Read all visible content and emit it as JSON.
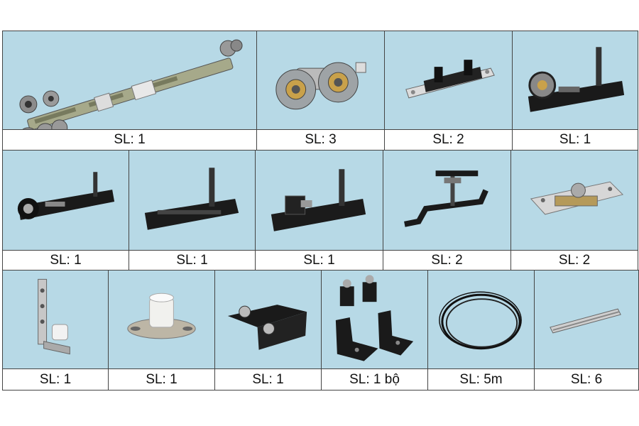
{
  "colors": {
    "panel_bg": "#b7d9e6",
    "border": "#444444"
  },
  "rows": [
    {
      "cells": [
        {
          "name": "long-roller-carriage",
          "icon": "sliding-door-carriage-icon",
          "caption": "SL: 1"
        },
        {
          "name": "double-roller",
          "icon": "double-wheel-roller-icon",
          "caption": "SL: 3"
        },
        {
          "name": "plate-stopper",
          "icon": "plate-bracket-icon",
          "caption": "SL: 2"
        },
        {
          "name": "wheel-hanger",
          "icon": "wheel-hanger-bolt-icon",
          "caption": "SL: 1"
        }
      ]
    },
    {
      "cells": [
        {
          "name": "single-wheel-carrier",
          "icon": "wheel-carrier-icon",
          "caption": "SL: 1"
        },
        {
          "name": "bolt-carrier-a",
          "icon": "bolt-carrier-icon",
          "caption": "SL: 1"
        },
        {
          "name": "bolt-carrier-b",
          "icon": "bolt-carrier-clip-icon",
          "caption": "SL: 1"
        },
        {
          "name": "z-bracket-bolt",
          "icon": "z-bracket-icon",
          "caption": "SL: 2"
        },
        {
          "name": "top-plate-bearing",
          "icon": "pivot-plate-icon",
          "caption": "SL: 2"
        }
      ]
    },
    {
      "cells": [
        {
          "name": "angle-guide",
          "icon": "angle-guide-icon",
          "caption": "SL: 1"
        },
        {
          "name": "floor-guide",
          "icon": "floor-guide-roller-icon",
          "caption": "SL: 1"
        },
        {
          "name": "black-bracket",
          "icon": "black-bracket-icon",
          "caption": "SL: 1"
        },
        {
          "name": "bracket-set",
          "icon": "bracket-set-icon",
          "caption": "SL: 1 bộ"
        },
        {
          "name": "wire-cable",
          "icon": "wire-coil-icon",
          "caption": "SL: 5m"
        },
        {
          "name": "rail-strip",
          "icon": "rail-strip-icon",
          "caption": "SL: 6"
        }
      ]
    }
  ]
}
